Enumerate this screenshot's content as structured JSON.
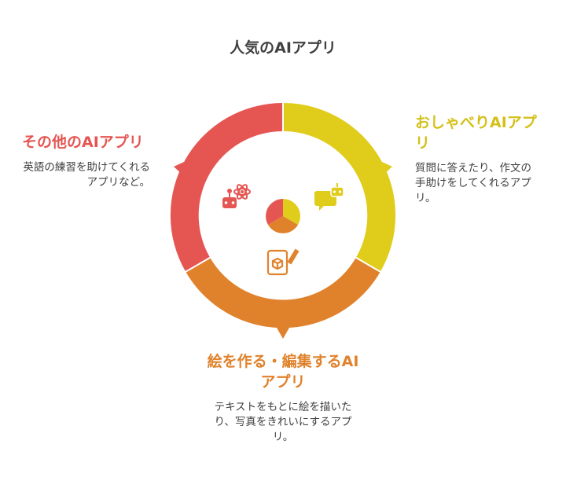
{
  "title": "人気のAIアプリ",
  "colors": {
    "red": "#e55653",
    "yellow": "#e0cc1a",
    "orange": "#e0822c",
    "text": "#404040"
  },
  "segments": [
    {
      "heading": "その他のAIアプリ",
      "description": "英語の練習を助けてくれるアプリなど。",
      "icon": "robot-atom-icon"
    },
    {
      "heading": "おしゃべりAIアプリ",
      "description": "質問に答えたり、作文の手助けをしてくれるアプリ。",
      "icon": "chat-robot-icon"
    },
    {
      "heading": "絵を作る・編集するAIアプリ",
      "description": "テキストをもとに絵を描いたり、写真をきれいにするアプリ。",
      "icon": "image-edit-icon"
    }
  ]
}
